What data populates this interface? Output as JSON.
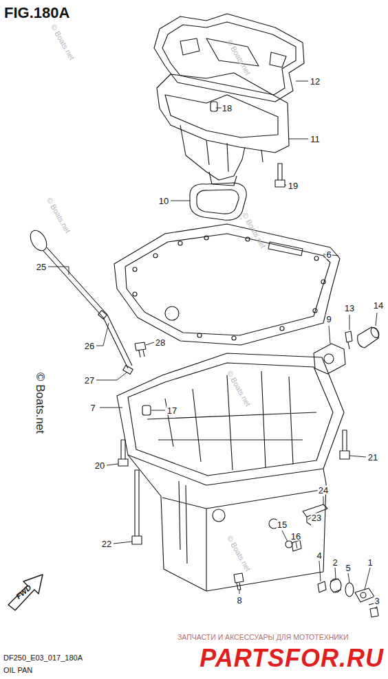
{
  "diagram": {
    "title": "FIG.180A",
    "labels": [
      "12",
      "18",
      "11",
      "19",
      "10",
      "6",
      "25",
      "13",
      "14",
      "9",
      "28",
      "26",
      "27",
      "7",
      "17",
      "20",
      "21",
      "24",
      "23",
      "22",
      "15",
      "16",
      "4",
      "2",
      "5",
      "1",
      "8",
      "3",
      "FWD",
      "© Boats.net",
      "© Boats.net",
      "© Boats.net",
      "© Boats.net",
      "© Boats.net",
      "© Boats.net",
      "© Boats.net",
      "DF250_E03_017_180A",
      "OIL PAN",
      "ЗАПЧАСТИ И АКСЕССУАРЫ ДЛЯ МОТОТЕХНИКИ",
      "PARTSFOR.RU"
    ]
  }
}
